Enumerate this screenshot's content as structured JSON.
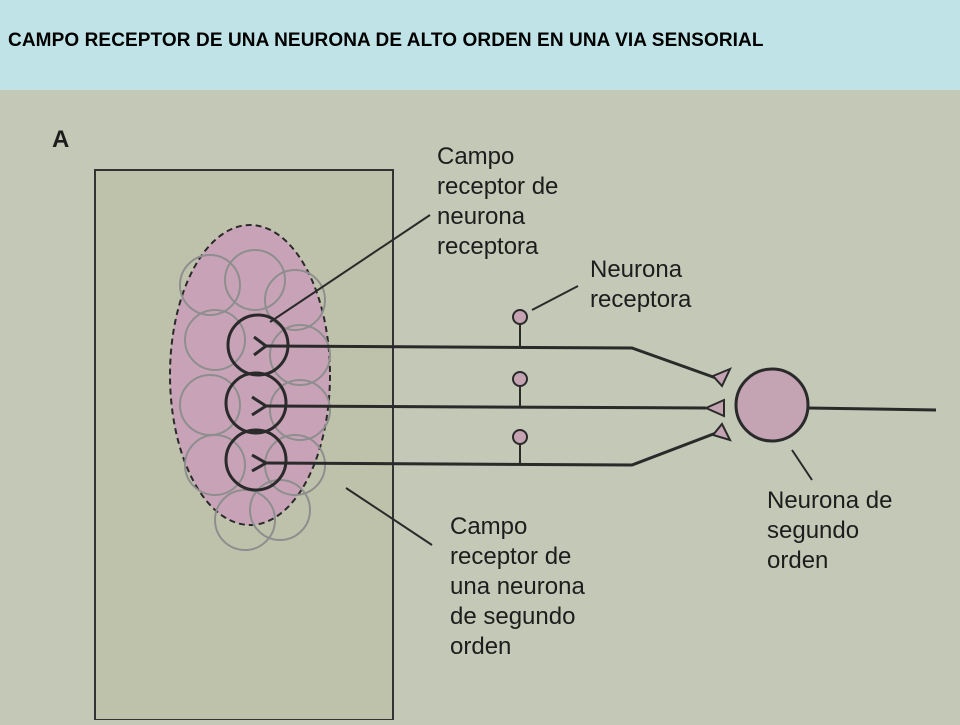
{
  "header": {
    "title": "CAMPO RECEPTOR DE UNA NEURONA DE ALTO ORDEN EN UNA VIA SENSORIAL"
  },
  "figure": {
    "panel_letter": "A",
    "label_receptive_field_receptor": [
      "Campo",
      "receptor de",
      "neurona",
      "receptora"
    ],
    "label_receptor_neuron": [
      "Neurona",
      "receptora"
    ],
    "label_second_order_neuron": [
      "Neurona de",
      "segundo",
      "orden"
    ],
    "label_receptive_field_second_order": [
      "Campo",
      "receptor de",
      "una neurona",
      "de segundo",
      "orden"
    ]
  },
  "colors": {
    "header_bg": "#bfe3e6",
    "page_bg": "#c4c8b6",
    "skin_panel": "#bfc2ab",
    "field_fill": "#c8a3b8",
    "neuron_fill": "#c4a3b3",
    "line": "#2a2a2a"
  }
}
